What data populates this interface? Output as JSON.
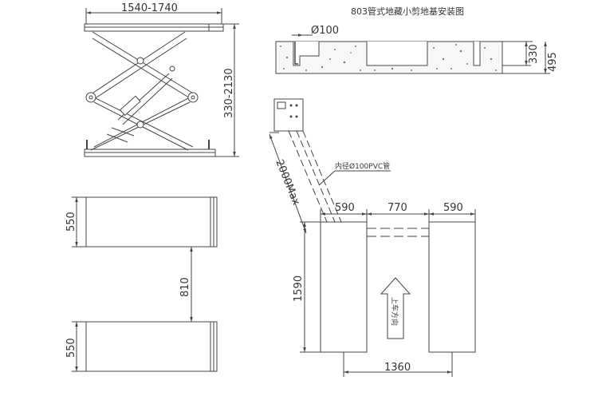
{
  "title": "803管式地藏小剪地基安装图",
  "lift_side_view": {
    "width_dim": "1540-1740",
    "height_dim": "330-2130"
  },
  "pit_section": {
    "pipe_dim": "Ø100",
    "depth_dim_inner": "330",
    "depth_dim_outer": "495"
  },
  "pipe": {
    "length_label": "2000Max",
    "pipe_label": "内径Ø100PVC管"
  },
  "pit_plan": {
    "left_width": "590",
    "gap": "770",
    "right_width": "590",
    "length": "1590",
    "total_span": "1360",
    "arrow_label": "上车方向"
  },
  "platform_plan": {
    "top_width": "550",
    "gap": "810",
    "bottom_width": "550"
  },
  "colors": {
    "line": "#444444",
    "concrete_fill": "#f7f7f7",
    "speckle": "#777777"
  }
}
